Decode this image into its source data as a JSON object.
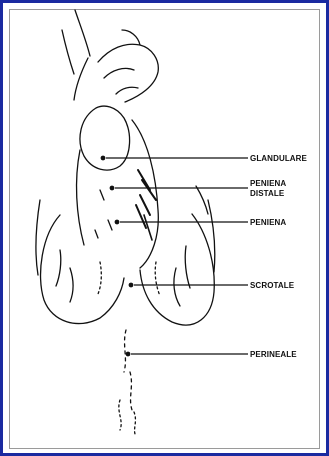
{
  "diagram": {
    "labels": {
      "glandulare": "GLANDULARE",
      "peniena_distale_line1": "PENIENA",
      "peniena_distale_line2": "DISTALE",
      "peniena": "PENIENA",
      "scrotale": "SCROTALE",
      "perineale": "PERINEALE"
    },
    "colors": {
      "frame": "#1a2aa0",
      "ink": "#111111"
    }
  }
}
